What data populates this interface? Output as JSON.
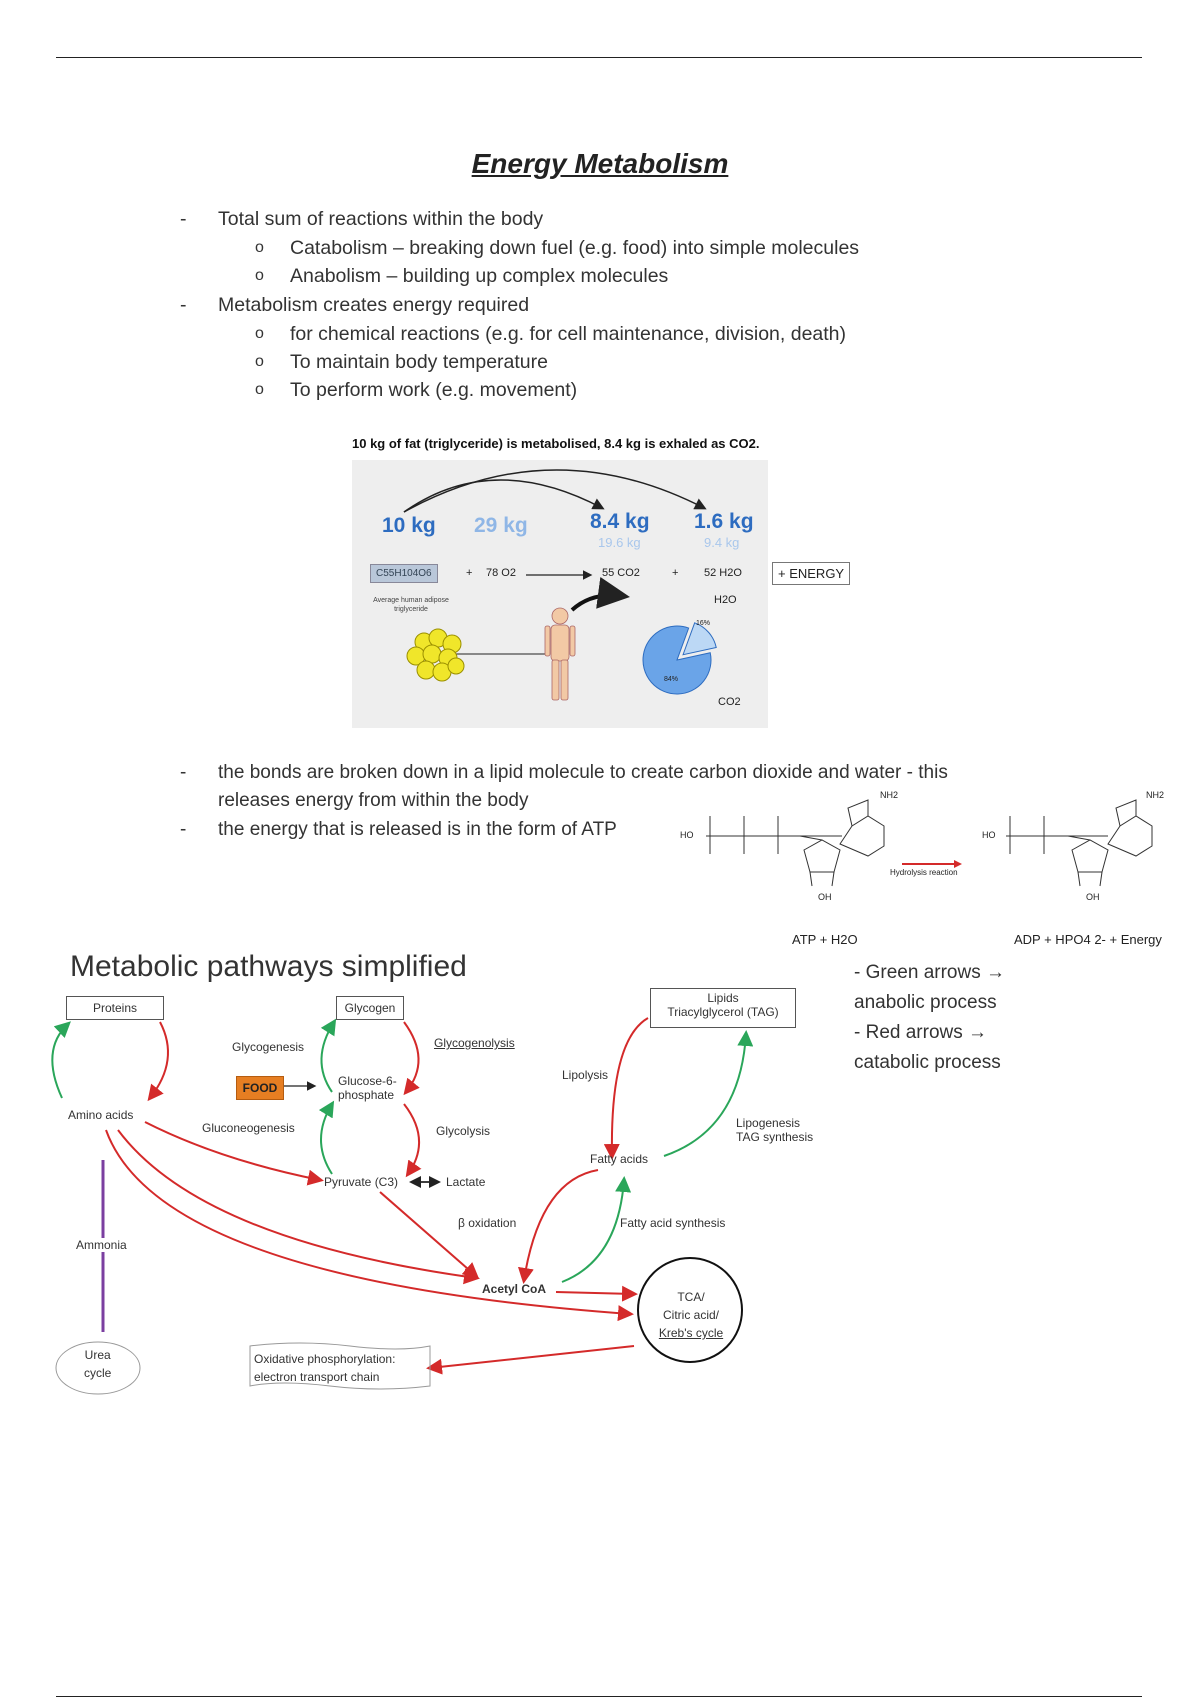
{
  "title": "Energy Metabolism",
  "bullets": [
    {
      "text": "Total sum of reactions within the body",
      "sub": [
        "Catabolism – breaking down fuel (e.g. food) into simple molecules",
        "Anabolism – building up complex molecules"
      ]
    },
    {
      "text": "Metabolism creates energy required",
      "sub": [
        "for chemical reactions (e.g. for cell maintenance, division, death)",
        "To maintain body temperature",
        "To perform work (e.g. movement)"
      ]
    }
  ],
  "fat_figure": {
    "caption": "10 kg of fat (triglyceride) is metabolised, 8.4 kg is exhaled as CO2.",
    "mass_fat": "10 kg",
    "mass_o2": "29 kg",
    "mass_co2": "8.4 kg",
    "mass_co2_sub": "19.6 kg",
    "mass_h2o": "1.6 kg",
    "mass_h2o_sub": "9.4 kg",
    "formula_fat": "C55H104O6",
    "formula_o2": "78 O2",
    "formula_co2": "55 CO2",
    "formula_h2o": "52 H2O",
    "plus": "+",
    "energy": "+ ENERGY",
    "fat_note": "Average human adipose triglyceride",
    "pie_h2o_label": "H2O",
    "pie_co2_label": "CO2",
    "pie_small_pct": "16%",
    "pie_big_pct": "84%",
    "pie_small_fraction": 0.16
  },
  "bullets2": [
    {
      "lines": [
        "the bonds are broken down in a lipid molecule to create carbon dioxide and water - this",
        "releases energy from within the body"
      ]
    },
    {
      "lines": [
        "the energy that is released is in the form of ATP"
      ]
    }
  ],
  "atp_figure": {
    "left_label": "ATP + H2O",
    "right_label": "ADP + HPO4 2- + Energy",
    "reaction_label": "Hydrolysis reaction",
    "nh2": "NH2",
    "ho": "HO",
    "oh": "OH"
  },
  "pathways": {
    "title": "Metabolic pathways simplified",
    "legend": [
      "- Green arrows →",
      "anabolic process",
      "- Red arrows →",
      "catabolic process"
    ],
    "nodes": {
      "proteins": "Proteins",
      "glycogen": "Glycogen",
      "lipids_1": "Lipids",
      "lipids_2": "Triacylglycerol (TAG)",
      "food": "FOOD",
      "g6p_1": "Glucose-6-",
      "g6p_2": "phosphate",
      "amino_acids": "Amino acids",
      "pyruvate": "Pyruvate (C3)",
      "lactate": "Lactate",
      "fatty_acids": "Fatty acids",
      "acetyl_coa": "Acetyl CoA",
      "ammonia": "Ammonia",
      "urea_1": "Urea",
      "urea_2": "cycle",
      "tca_1": "TCA/",
      "tca_2": "Citric acid/",
      "tca_3": "Kreb's cycle",
      "oxphos_1": "Oxidative phosphorylation:",
      "oxphos_2": "electron transport chain"
    },
    "process_labels": {
      "glycogenesis": "Glycogenesis",
      "glycogenolysis": "Glycogenolysis",
      "gluconeogenesis": "Gluconeogenesis",
      "glycolysis": "Glycolysis",
      "lipolysis": "Lipolysis",
      "lipogenesis_1": "Lipogenesis",
      "lipogenesis_2": "TAG synthesis",
      "beta_oxidation": "β oxidation",
      "fa_synthesis": "Fatty acid synthesis"
    },
    "colors": {
      "anabolic": "#2aa65a",
      "catabolic": "#d42a2a",
      "ammonia": "#7b3fa0",
      "food": "#e67e22"
    }
  }
}
